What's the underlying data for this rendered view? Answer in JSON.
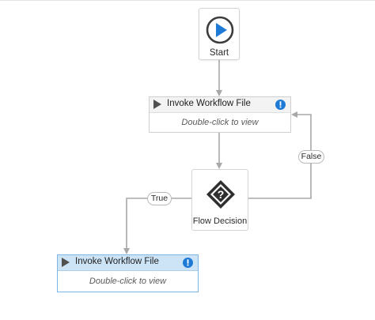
{
  "start": {
    "label": "Start",
    "icon": "play-circle-icon",
    "accent": "#1f7ad6"
  },
  "activities": [
    {
      "title": "Invoke Workflow File",
      "body": "Double-click to view",
      "selected": false,
      "status_icon": "warning-icon"
    },
    {
      "title": "Invoke Workflow File",
      "body": "Double-click to view",
      "selected": true,
      "status_icon": "warning-icon"
    }
  ],
  "decision": {
    "label": "Flow Decision",
    "icon": "question-diamond-icon"
  },
  "branches": {
    "true_label": "True",
    "false_label": "False"
  },
  "colors": {
    "warning": "#1f7ad6",
    "selected_header": "#cde4f7",
    "connector": "#a8a8a8"
  }
}
